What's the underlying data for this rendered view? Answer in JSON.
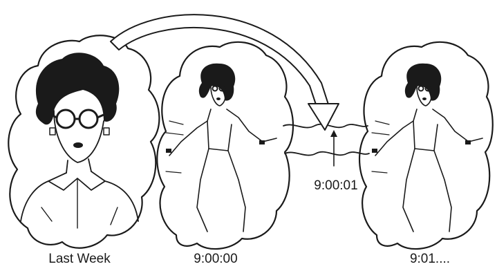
{
  "labels": {
    "last_week": "Last Week",
    "time_start": "9:00:00",
    "time_mid": "9:00:01",
    "time_later": "9:01...."
  },
  "colors": {
    "ink": "#1a1a1a",
    "paper": "#ffffff"
  }
}
